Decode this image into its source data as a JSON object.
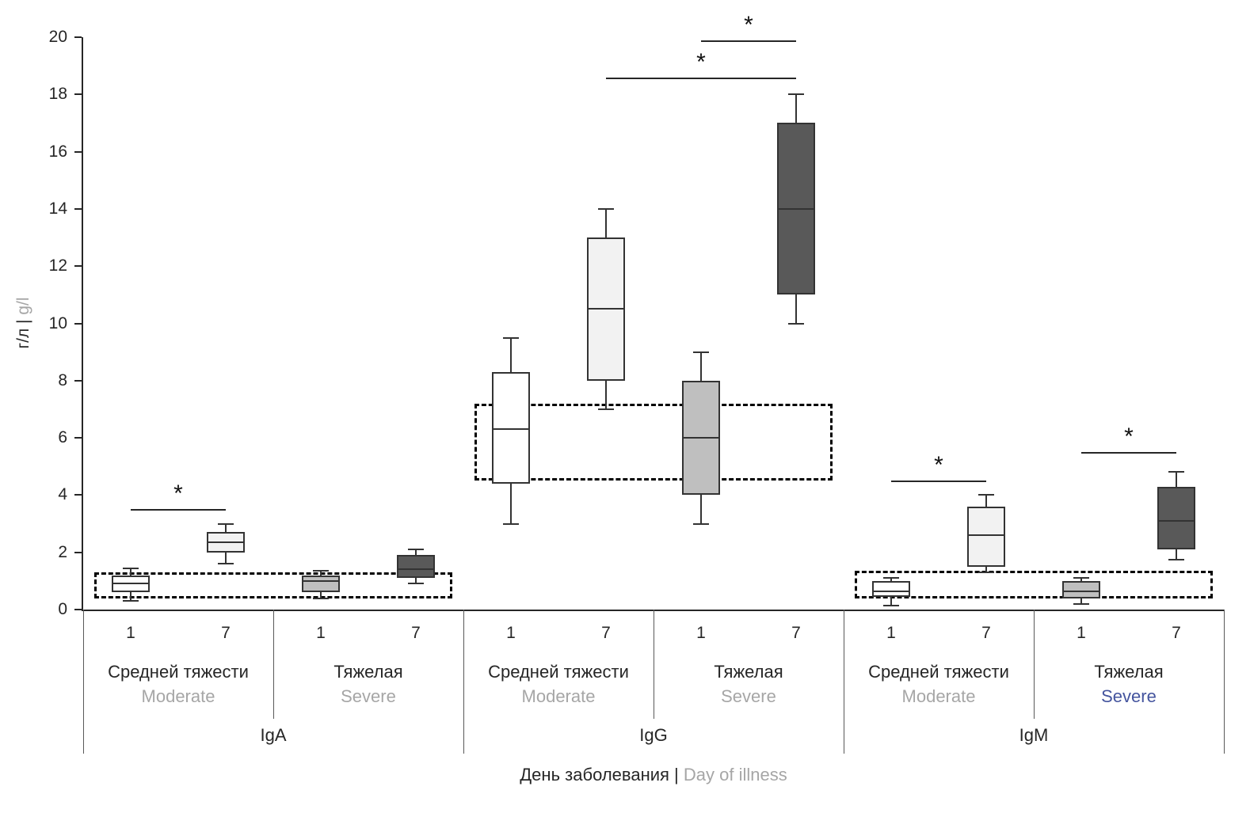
{
  "chart_data": {
    "type": "boxplot",
    "title": "",
    "ylabel_primary": "г/л |",
    "ylabel_secondary": "g/l",
    "xlabel_primary": "День заболевания |",
    "xlabel_secondary": "Day of illness",
    "ylim": [
      0,
      20
    ],
    "yticks": [
      0,
      2,
      4,
      6,
      8,
      10,
      12,
      14,
      16,
      18,
      20
    ],
    "grid": false,
    "legend": "none",
    "colors": {
      "moderate_day1": "#ffffff",
      "moderate_day7": "#f2f2f2",
      "severe_day1": "#bfbfbf",
      "severe_day7": "#595959",
      "box_stroke": "#333333",
      "text_primary": "#262626",
      "text_secondary": "#a6a6a6",
      "severe_blue": "#44549e",
      "reference_stroke": "#000000"
    },
    "groups": [
      {
        "label": "IgA",
        "reference_band": {
          "low": 0.4,
          "high": 1.3
        },
        "subgroups": [
          {
            "severity_ru": "Средней тяжести",
            "severity_en": "Moderate",
            "en_color": "secondary",
            "boxes": [
              {
                "day": "1",
                "low": 0.3,
                "q1": 0.6,
                "median": 0.9,
                "q3": 1.2,
                "high": 1.45,
                "fill": "moderate_day1"
              },
              {
                "day": "7",
                "low": 1.6,
                "q1": 2.0,
                "median": 2.35,
                "q3": 2.7,
                "high": 3.0,
                "fill": "moderate_day7"
              }
            ]
          },
          {
            "severity_ru": "Тяжелая",
            "severity_en": "Severe",
            "en_color": "secondary",
            "boxes": [
              {
                "day": "1",
                "low": 0.4,
                "q1": 0.6,
                "median": 1.0,
                "q3": 1.2,
                "high": 1.35,
                "fill": "severe_day1"
              },
              {
                "day": "7",
                "low": 0.9,
                "q1": 1.1,
                "median": 1.4,
                "q3": 1.9,
                "high": 2.1,
                "fill": "severe_day7"
              }
            ]
          }
        ],
        "significance": [
          {
            "from": 0,
            "to": 1,
            "level": 3.5,
            "label": "*"
          }
        ]
      },
      {
        "label": "IgG",
        "reference_band": {
          "low": 4.5,
          "high": 7.2
        },
        "subgroups": [
          {
            "severity_ru": "Средней тяжести",
            "severity_en": "Moderate",
            "en_color": "secondary",
            "boxes": [
              {
                "day": "1",
                "low": 3.0,
                "q1": 4.4,
                "median": 6.3,
                "q3": 8.3,
                "high": 9.5,
                "fill": "moderate_day1"
              },
              {
                "day": "7",
                "low": 7.0,
                "q1": 8.0,
                "median": 10.5,
                "q3": 13.0,
                "high": 14.0,
                "fill": "moderate_day7"
              }
            ]
          },
          {
            "severity_ru": "Тяжелая",
            "severity_en": "Severe",
            "en_color": "secondary",
            "boxes": [
              {
                "day": "1",
                "low": 3.0,
                "q1": 4.0,
                "median": 6.0,
                "q3": 8.0,
                "high": 9.0,
                "fill": "severe_day1"
              },
              {
                "day": "7",
                "low": 10.0,
                "q1": 11.0,
                "median": 14.0,
                "q3": 17.0,
                "high": 18.0,
                "fill": "severe_day7"
              }
            ]
          }
        ],
        "significance": [
          {
            "from": 1,
            "to": 3,
            "level": 18.6,
            "label": "*"
          },
          {
            "from": 2,
            "to": 3,
            "level": 19.9,
            "label": "*"
          }
        ]
      },
      {
        "label": "IgM",
        "reference_band": {
          "low": 0.4,
          "high": 1.35
        },
        "subgroups": [
          {
            "severity_ru": "Средней тяжести",
            "severity_en": "Moderate",
            "en_color": "secondary",
            "boxes": [
              {
                "day": "1",
                "low": 0.15,
                "q1": 0.45,
                "median": 0.65,
                "q3": 1.0,
                "high": 1.1,
                "fill": "moderate_day1"
              },
              {
                "day": "7",
                "low": 1.3,
                "q1": 1.5,
                "median": 2.6,
                "q3": 3.6,
                "high": 4.0,
                "fill": "moderate_day7"
              }
            ]
          },
          {
            "severity_ru": "Тяжелая",
            "severity_en": "Severe",
            "en_color": "blue",
            "boxes": [
              {
                "day": "1",
                "low": 0.2,
                "q1": 0.4,
                "median": 0.65,
                "q3": 1.0,
                "high": 1.1,
                "fill": "severe_day1"
              },
              {
                "day": "7",
                "low": 1.75,
                "q1": 2.1,
                "median": 3.1,
                "q3": 4.3,
                "high": 4.8,
                "fill": "severe_day7"
              }
            ]
          }
        ],
        "significance": [
          {
            "from": 0,
            "to": 1,
            "level": 4.5,
            "label": "*"
          },
          {
            "from": 2,
            "to": 3,
            "level": 5.5,
            "label": "*"
          }
        ]
      }
    ]
  }
}
